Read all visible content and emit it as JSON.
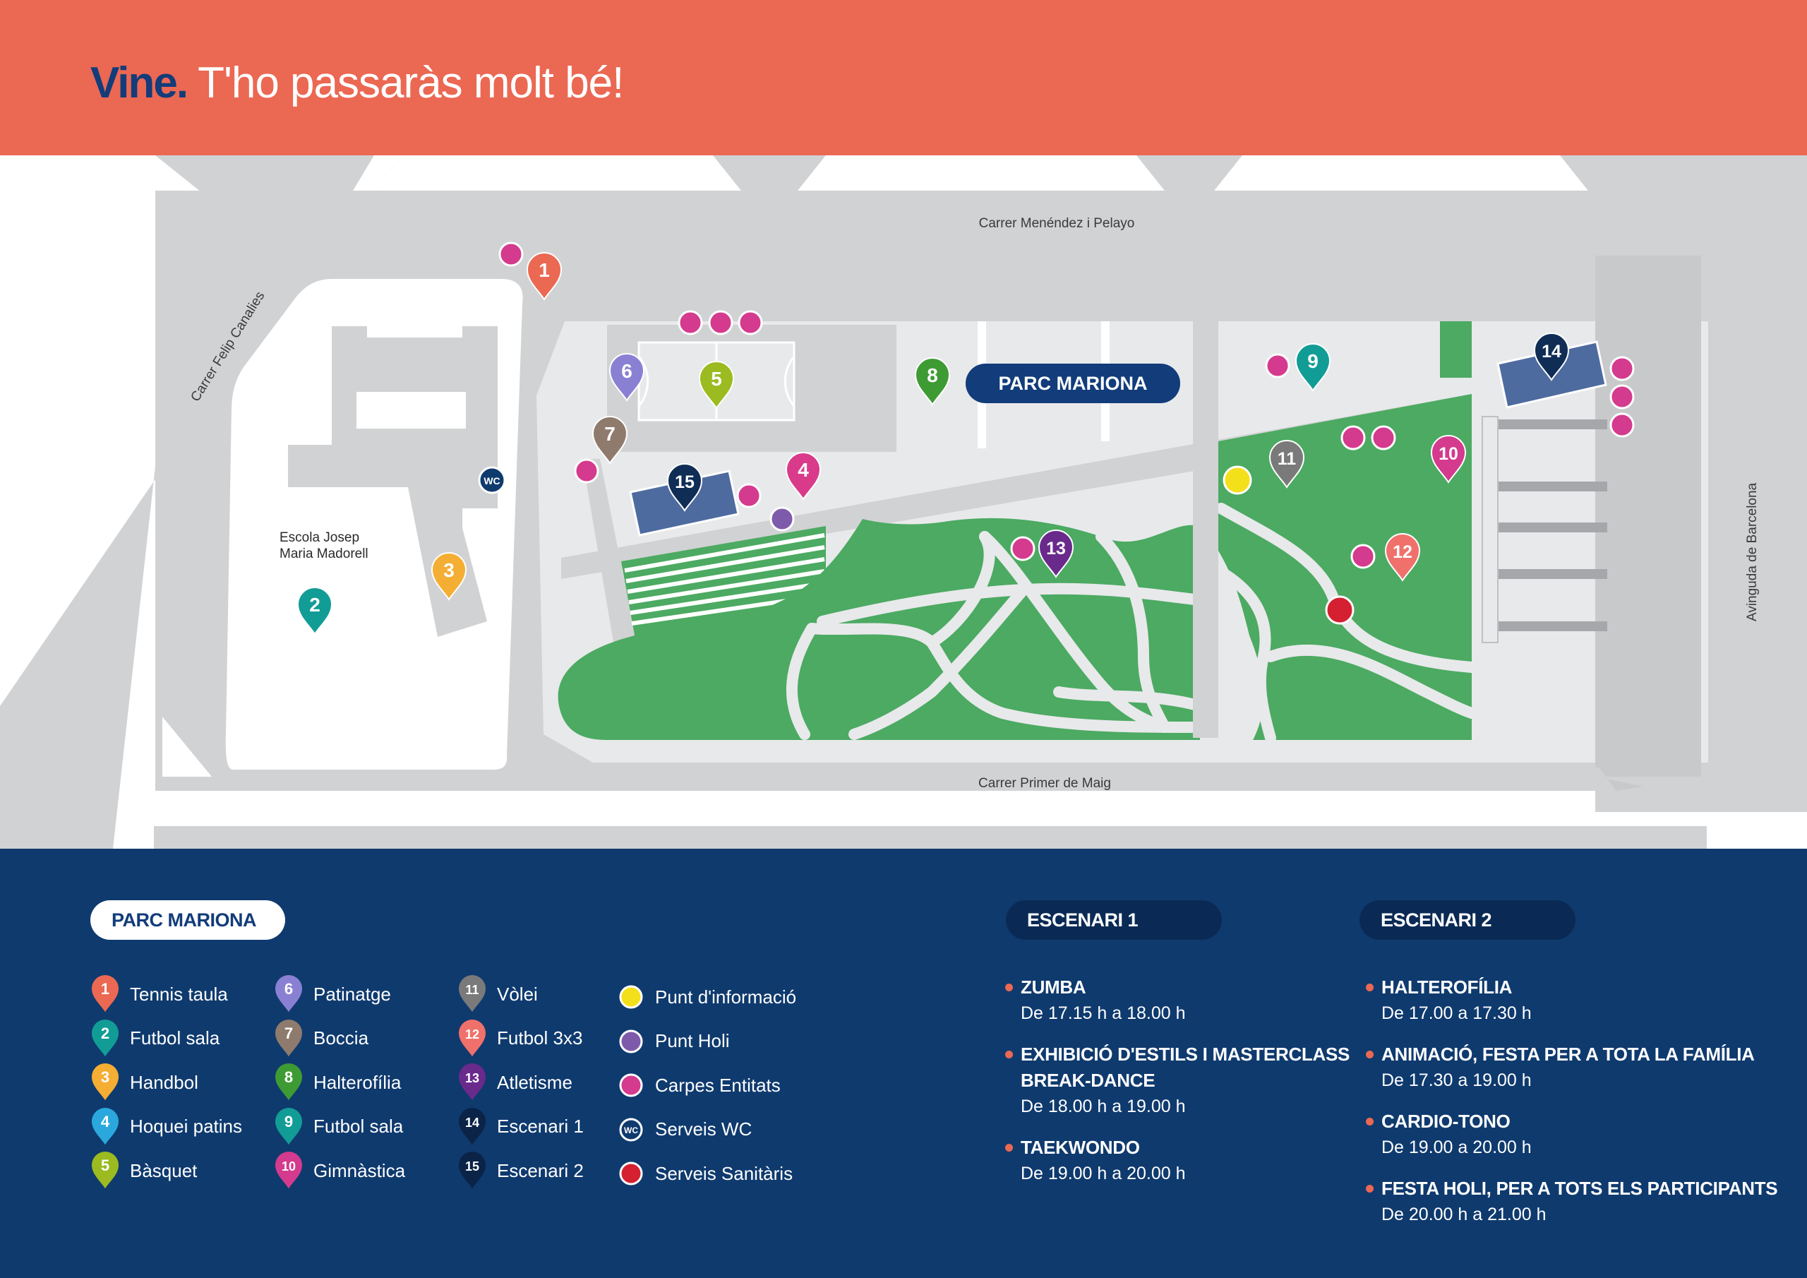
{
  "header": {
    "title_accent": "Vine.",
    "title_rest": " T'ho passaràs molt bé!",
    "bg_color": "#EB6853",
    "accent_color": "#123C7A"
  },
  "map": {
    "park_label": "PARC MARIONA",
    "streets": {
      "north": "Carrer Menéndez i Pelayo",
      "south": "Carrer Primer de Maig",
      "west": "Carrer Felip Canalies",
      "east": "Avinguda de Barcelona"
    },
    "school_label_line1": "Escola Josep",
    "school_label_line2": "Maria Madorell",
    "wc_label": "WC",
    "colors": {
      "road": "#D1D2D4",
      "ground": "#E8E9EB",
      "grass": "#4CAA62",
      "building": "#4E6BA0",
      "path": "#E8E9EB"
    }
  },
  "markers": [
    {
      "n": "1",
      "color": "#EB6853",
      "name": "tennis-taula"
    },
    {
      "n": "2",
      "color": "#129C96",
      "name": "futbol-sala"
    },
    {
      "n": "3",
      "color": "#F4AE33",
      "name": "handbol"
    },
    {
      "n": "4",
      "color": "#D93B8A",
      "name": "hoquei-patins"
    },
    {
      "n": "5",
      "color": "#9BBB20",
      "name": "basquet"
    },
    {
      "n": "6",
      "color": "#8A80D3",
      "name": "patinatge"
    },
    {
      "n": "7",
      "color": "#8F7B6D",
      "name": "boccia"
    },
    {
      "n": "8",
      "color": "#3E9B34",
      "name": "halterofilia"
    },
    {
      "n": "9",
      "color": "#129C96",
      "name": "futbol-sala-2"
    },
    {
      "n": "10",
      "color": "#D43A8D",
      "name": "gimnastica"
    },
    {
      "n": "11",
      "color": "#7A7A7A",
      "name": "volei"
    },
    {
      "n": "12",
      "color": "#F0716B",
      "name": "futbol-3x3"
    },
    {
      "n": "13",
      "color": "#6A2A8C",
      "name": "atletisme"
    },
    {
      "n": "14",
      "color": "#0F2D55",
      "name": "escenari-1"
    },
    {
      "n": "15",
      "color": "#0F2D55",
      "name": "escenari-2"
    }
  ],
  "legend": {
    "title": "PARC MARIONA",
    "items": [
      {
        "n": "1",
        "label": "Tennis taula",
        "color": "#EB6853"
      },
      {
        "n": "2",
        "label": "Futbol sala",
        "color": "#129C96"
      },
      {
        "n": "3",
        "label": "Handbol",
        "color": "#F4AE33"
      },
      {
        "n": "4",
        "label": "Hoquei patins",
        "color": "#2AA8DE"
      },
      {
        "n": "5",
        "label": "Bàsquet",
        "color": "#9BBB20"
      },
      {
        "n": "6",
        "label": "Patinatge",
        "color": "#8A80D3"
      },
      {
        "n": "7",
        "label": "Boccia",
        "color": "#8F7B6D"
      },
      {
        "n": "8",
        "label": "Halterofília",
        "color": "#3E9B34"
      },
      {
        "n": "9",
        "label": "Futbol sala",
        "color": "#129C96"
      },
      {
        "n": "10",
        "label": "Gimnàstica",
        "color": "#D43A8D"
      },
      {
        "n": "11",
        "label": "Vòlei",
        "color": "#7A7A7A"
      },
      {
        "n": "12",
        "label": "Futbol 3x3",
        "color": "#F0716B"
      },
      {
        "n": "13",
        "label": "Atletisme",
        "color": "#6A2A8C"
      },
      {
        "n": "14",
        "label": "Escenari 1",
        "color": "#0A2347"
      },
      {
        "n": "15",
        "label": "Escenari 2",
        "color": "#0A2347"
      }
    ],
    "points": [
      {
        "label": "Punt d'informació",
        "color": "#F4E01A",
        "icon": "info-point"
      },
      {
        "label": "Punt Holi",
        "color": "#7E5BAA",
        "icon": "holi-point"
      },
      {
        "label": "Carpes Entitats",
        "color": "#D43A8D",
        "icon": "tent"
      },
      {
        "label": "Serveis WC",
        "color": "#0F3A6E",
        "icon": "wc",
        "icon_text": "WC"
      },
      {
        "label": "Serveis Sanitàris",
        "color": "#D42030",
        "icon": "medical"
      }
    ]
  },
  "stage1": {
    "title": "ESCENARI 1",
    "events": [
      {
        "title": "ZUMBA",
        "time": "De 17.15 h a 18.00 h"
      },
      {
        "title": "EXHIBICIÓ D'ESTILS I MASTERCLASS BREAK-DANCE",
        "time": "De 18.00 h a 19.00 h"
      },
      {
        "title": "TAEKWONDO",
        "time": "De 19.00 h a 20.00 h"
      }
    ]
  },
  "stage2": {
    "title": "ESCENARI 2",
    "events": [
      {
        "title": "HALTEROFÍLIA",
        "time": "De 17.00 a 17.30 h"
      },
      {
        "title": "ANIMACIÓ, FESTA PER A TOTA LA FAMÍLIA",
        "time": "De  17.30 a 19.00 h"
      },
      {
        "title": "CARDIO-TONO",
        "time": "De  19.00 a 20.00 h"
      },
      {
        "title": "FESTA HOLI, PER A TOTS ELS PARTICIPANTS",
        "time": "De 20.00 h  a 21.00 h"
      }
    ]
  }
}
